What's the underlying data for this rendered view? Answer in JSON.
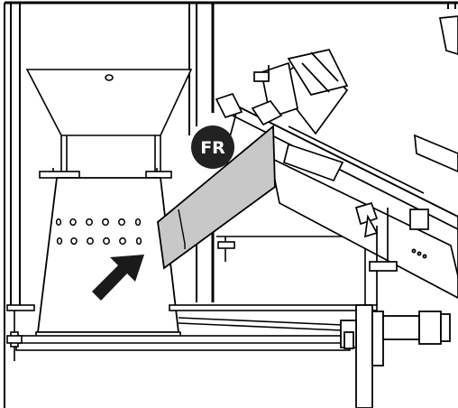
{
  "badge": {
    "label": "FR",
    "background": "#222222",
    "text_color": "#ffffff"
  },
  "colors": {
    "line": "#000000",
    "panel": "#c8c8c8",
    "arrow": "#1a1a1a",
    "background": "#ffffff"
  },
  "parts": {
    "hopper": "feed-hopper",
    "chute": "grey-chute-plate",
    "arrow": "insertion-direction-arrow",
    "auger": "inclined-auger-assembly"
  }
}
